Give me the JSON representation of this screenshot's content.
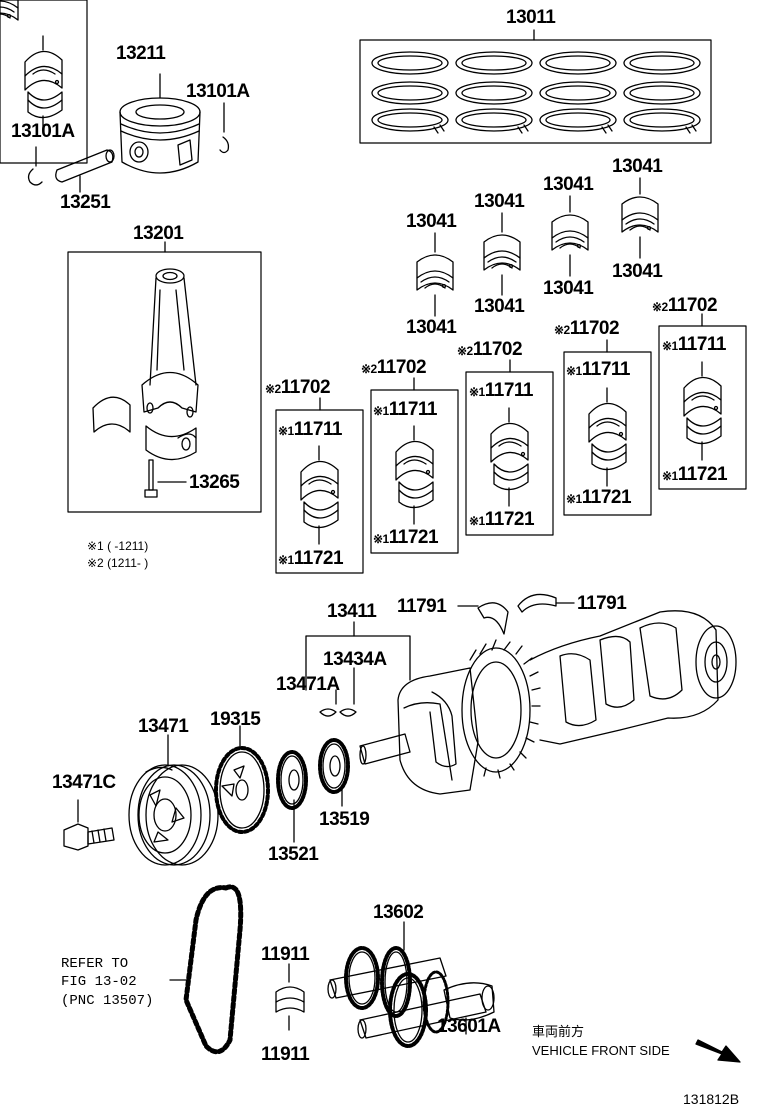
{
  "parts": {
    "p13011": "13011",
    "p13211": "13211",
    "p13101A_r": "13101A",
    "p13101A_l": "13101A",
    "p13251": "13251",
    "p13201": "13201",
    "p13265": "13265",
    "b1_13041_top": "13041",
    "b1_13041_bot": "13041",
    "b2_13041_top": "13041",
    "b2_13041_bot": "13041",
    "b3_13041_top": "13041",
    "b3_13041_bot": "13041",
    "b4_13041_top": "13041",
    "b4_13041_bot": "13041",
    "g1_11702": "11702",
    "g1_11711": "11711",
    "g1_11721": "11721",
    "g2_11702": "11702",
    "g2_11711": "11711",
    "g2_11721": "11721",
    "g3_11702": "11702",
    "g3_11711": "11711",
    "g3_11721": "11721",
    "g4_11702": "11702",
    "g4_11711": "11711",
    "g4_11721": "11721",
    "g5_11702": "11702",
    "g5_11711": "11711",
    "g5_11721": "11721",
    "p13411": "13411",
    "p13434A": "13434A",
    "p13471A": "13471A",
    "p11791_l": "11791",
    "p11791_r": "11791",
    "p13471": "13471",
    "p19315": "19315",
    "p13471C": "13471C",
    "p13521": "13521",
    "p13519": "13519",
    "p13602": "13602",
    "p11911_top": "11911",
    "p11911_bot": "11911",
    "p13601A": "13601A",
    "figure_id": "131812B"
  },
  "marks": {
    "m2": "※2",
    "m1": "※1"
  },
  "notes": {
    "note1": "※1 (       -1211)",
    "note2": "※2 (1211-       )"
  },
  "refer": {
    "line1": "REFER TO",
    "line2": "FIG 13-02",
    "line3": "(PNC 13507)"
  },
  "direction": {
    "jp": "車両前方",
    "en": "VEHICLE FRONT SIDE",
    "arrow": "arrow-icon"
  }
}
